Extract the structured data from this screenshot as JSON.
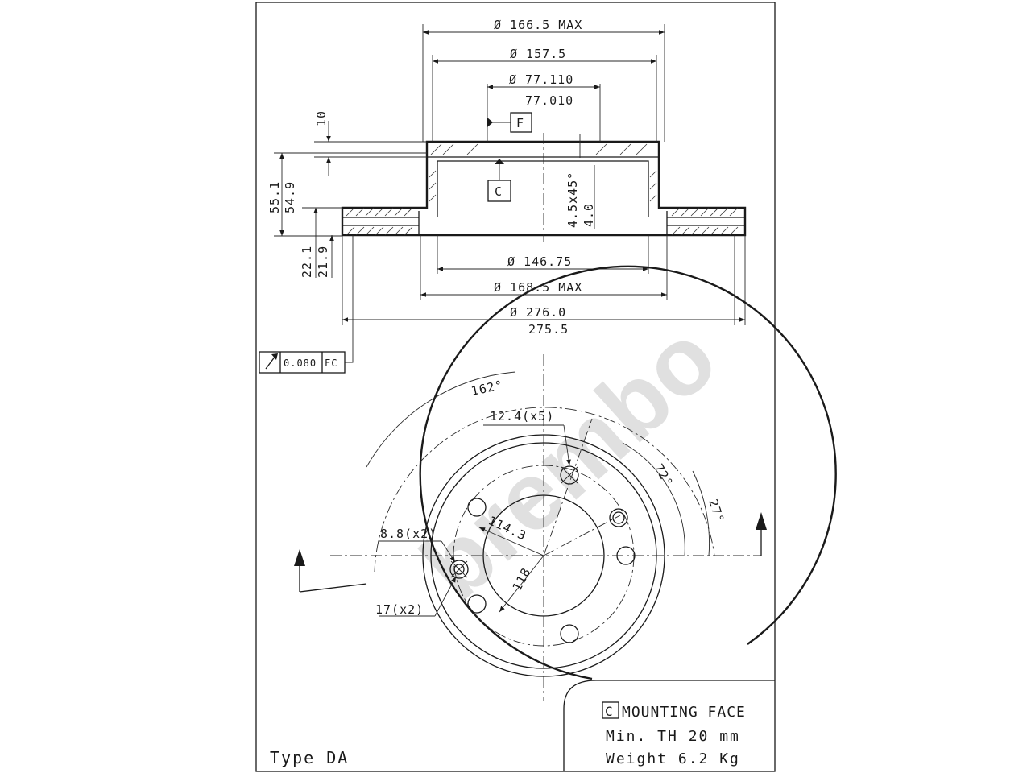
{
  "section_dims": {
    "d_166": "Ø 166.5 MAX",
    "d_157": "Ø 157.5",
    "d_77_110": "Ø 77.110",
    "d_77_010": "77.010",
    "h_10": "10",
    "h_55_1": "55.1",
    "h_54_9": "54.9",
    "chamfer": "4.5x45°",
    "h_4_0": "4.0",
    "h_22_1": "22.1",
    "h_21_9": "21.9",
    "d_146": "Ø 146.75",
    "d_168": "Ø 168.5 MAX",
    "d_276": "Ø 276.0",
    "d_275": "275.5"
  },
  "datum_f": "F",
  "datum_c": "C",
  "runout": {
    "value": "0.080",
    "ref": "FC"
  },
  "plan_dims": {
    "angle_162": "162°",
    "holes_12_4": "12.4(x5)",
    "angle_72": "72°",
    "angle_27": "27°",
    "holes_8_8": "8.8(x2)",
    "pcd_114": "114.3",
    "d_118": "118",
    "holes_17": "17(x2)"
  },
  "notes": {
    "mounting_face_box": "C",
    "mounting_face": "MOUNTING FACE",
    "min_th": "Min. TH 20  mm",
    "weight": "Weight  6.2 Kg"
  },
  "type_label": "Type DA",
  "watermark": "brembo"
}
